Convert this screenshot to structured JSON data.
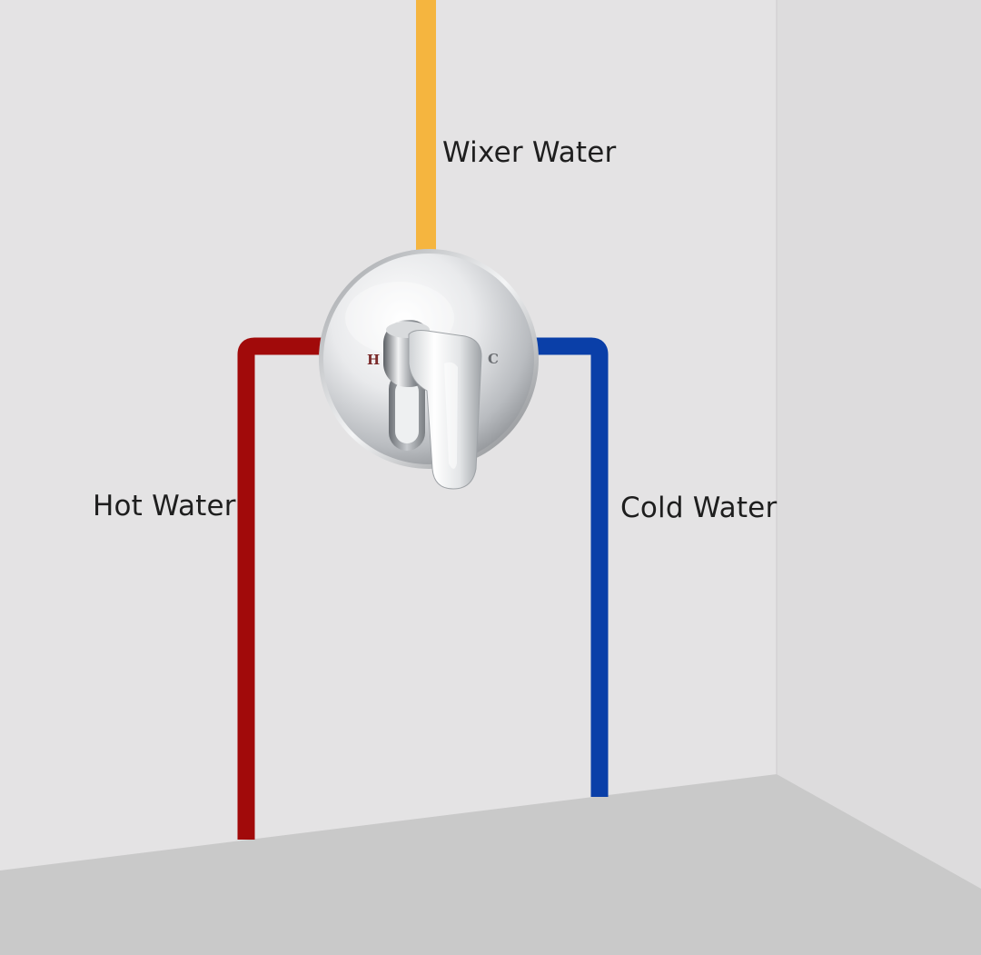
{
  "labels": {
    "mixer": "Wixer Water",
    "hot": "Hot Water",
    "cold": "Cold Water"
  },
  "valve": {
    "hot_letter": "H",
    "cold_letter": "C"
  },
  "colors": {
    "mixer_pipe": "#f5b53f",
    "hot_pipe": "#a10a0a",
    "cold_pipe": "#0a3fa8",
    "wall_left": "#e4e3e4",
    "wall_right": "#dddcdd",
    "floor": "#c9c9c9"
  },
  "icons": {
    "valve": "shower-mixer-valve-icon",
    "handle": "lever-handle-icon"
  }
}
